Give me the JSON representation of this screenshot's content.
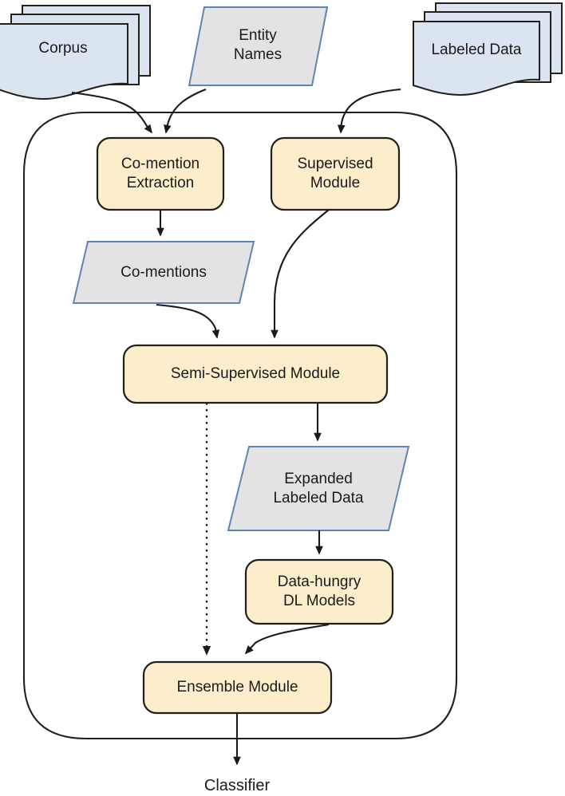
{
  "diagram": {
    "title": "Classifier pipeline flowchart",
    "background_color": "#ffffff",
    "colors": {
      "process_fill": "#fceecb",
      "process_stroke": "#23201a",
      "data_fill": "#e3e3e3",
      "data_stroke": "#5b86b5",
      "document_fill": "#dbe5f1",
      "document_stroke": "#23201a",
      "container_stroke": "#23201a",
      "arrow_stroke": "#1a1a1a",
      "text": "#1a1a1a"
    },
    "inputs": [
      {
        "id": "corpus",
        "label": "Corpus",
        "shape": "multi-document",
        "fill": "#dbe5f1",
        "stroke": "#23201a"
      },
      {
        "id": "entity-names",
        "label": "Entity\nNames",
        "shape": "parallelogram",
        "fill": "#e3e3e3",
        "stroke": "#5b86b5"
      },
      {
        "id": "labeled-data",
        "label": "Labeled Data",
        "shape": "multi-document",
        "fill": "#dbe5f1",
        "stroke": "#23201a"
      }
    ],
    "nodes": [
      {
        "id": "co-mention-extraction",
        "label": "Co-mention\nExtraction",
        "shape": "rounded-process",
        "fill": "#fceecb",
        "stroke": "#23201a"
      },
      {
        "id": "supervised-module",
        "label": "Supervised\nModule",
        "shape": "rounded-process",
        "fill": "#fceecb",
        "stroke": "#23201a"
      },
      {
        "id": "co-mentions",
        "label": "Co-mentions",
        "shape": "parallelogram",
        "fill": "#e3e3e3",
        "stroke": "#5b86b5"
      },
      {
        "id": "semi-supervised-module",
        "label": "Semi-Supervised Module",
        "shape": "rounded-process",
        "fill": "#fceecb",
        "stroke": "#23201a"
      },
      {
        "id": "expanded-labeled-data",
        "label": "Expanded\nLabeled Data",
        "shape": "parallelogram",
        "fill": "#e3e3e3",
        "stroke": "#5b86b5"
      },
      {
        "id": "data-hungry-dl-models",
        "label": "Data-hungry\nDL Models",
        "shape": "rounded-process",
        "fill": "#fceecb",
        "stroke": "#23201a"
      },
      {
        "id": "ensemble-module",
        "label": "Ensemble Module",
        "shape": "rounded-process",
        "fill": "#fceecb",
        "stroke": "#23201a"
      }
    ],
    "output": {
      "id": "classifier",
      "label": "Classifier",
      "shape": "text"
    },
    "edges": [
      {
        "from": "corpus",
        "to": "co-mention-extraction",
        "style": "solid",
        "arrow": true
      },
      {
        "from": "entity-names",
        "to": "co-mention-extraction",
        "style": "solid",
        "arrow": true
      },
      {
        "from": "labeled-data",
        "to": "supervised-module",
        "style": "solid",
        "arrow": true
      },
      {
        "from": "co-mention-extraction",
        "to": "co-mentions",
        "style": "solid",
        "arrow": true
      },
      {
        "from": "co-mentions",
        "to": "semi-supervised-module",
        "style": "solid",
        "arrow": true
      },
      {
        "from": "supervised-module",
        "to": "semi-supervised-module",
        "style": "solid",
        "arrow": true
      },
      {
        "from": "semi-supervised-module",
        "to": "expanded-labeled-data",
        "style": "solid",
        "arrow": true
      },
      {
        "from": "semi-supervised-module",
        "to": "ensemble-module",
        "style": "dotted",
        "arrow": true
      },
      {
        "from": "expanded-labeled-data",
        "to": "data-hungry-dl-models",
        "style": "solid",
        "arrow": true
      },
      {
        "from": "data-hungry-dl-models",
        "to": "ensemble-module",
        "style": "solid",
        "arrow": true
      },
      {
        "from": "ensemble-module",
        "to": "classifier",
        "style": "solid",
        "arrow": true
      }
    ],
    "container": {
      "id": "system-boundary",
      "shape": "rounded-rectangle",
      "stroke": "#23201a"
    }
  }
}
